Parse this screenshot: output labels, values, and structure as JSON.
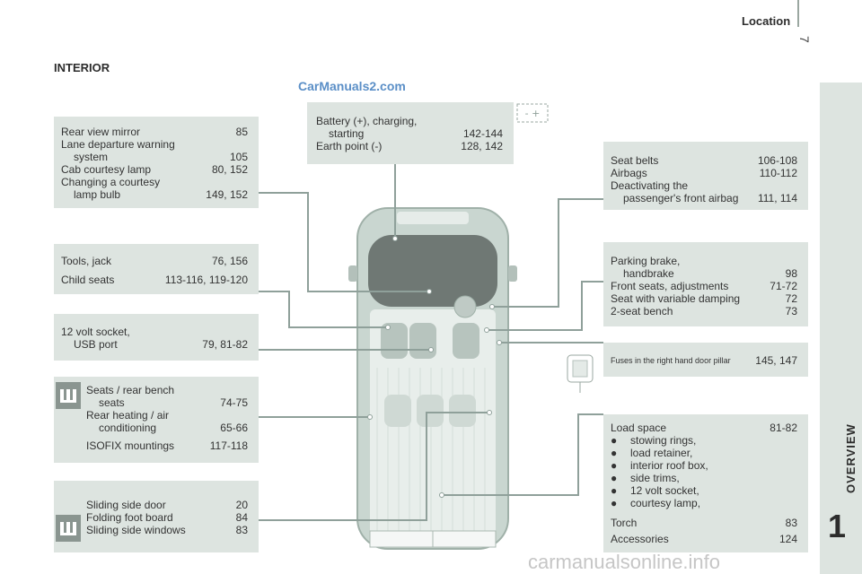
{
  "header": {
    "title": "Location",
    "page": "7"
  },
  "sidebar": {
    "section": "OVERVIEW",
    "chapter": "1"
  },
  "section_title": "INTERIOR",
  "watermarks": {
    "top": "CarManuals2.com",
    "bottom": "carmanualsonline.info"
  },
  "battery_symbol": "- +",
  "panels": {
    "mirror": [
      {
        "label": "Rear view mirror",
        "value": "85"
      },
      {
        "label": "Lane departure warning",
        "value": ""
      },
      {
        "label": "system",
        "value": "105",
        "indent": true
      },
      {
        "label": "Cab courtesy lamp",
        "value": "80, 152"
      },
      {
        "label": "Changing a courtesy",
        "value": ""
      },
      {
        "label": "lamp bulb",
        "value": "149, 152",
        "indent": true
      }
    ],
    "tools": [
      {
        "label": "Tools, jack",
        "value": "76, 156"
      },
      {
        "label": "Child seats",
        "value": "113-116, 119-120"
      }
    ],
    "socket": [
      {
        "label": "12 volt socket,",
        "value": ""
      },
      {
        "label": "USB port",
        "value": "79, 81-82",
        "indent": true
      }
    ],
    "seats": [
      {
        "label": "Seats / rear bench",
        "value": ""
      },
      {
        "label": "seats",
        "value": "74-75",
        "indent": true
      },
      {
        "label": "Rear heating / air",
        "value": ""
      },
      {
        "label": "conditioning",
        "value": "65-66",
        "indent": true
      },
      {
        "label": "ISOFIX mountings",
        "value": "117-118"
      }
    ],
    "door": [
      {
        "label": "Sliding side door",
        "value": "20"
      },
      {
        "label": "Folding foot board",
        "value": "84"
      },
      {
        "label": "Sliding side windows",
        "value": "83"
      }
    ],
    "battery": [
      {
        "label": "Battery (+), charging,",
        "value": ""
      },
      {
        "label": "starting",
        "value": "142-144",
        "indent": true
      },
      {
        "label": "Earth point (-)",
        "value": "128, 142"
      }
    ],
    "belts": [
      {
        "label": "Seat belts",
        "value": "106-108"
      },
      {
        "label": "Airbags",
        "value": "110-112"
      },
      {
        "label": "Deactivating the",
        "value": ""
      },
      {
        "label": "passenger's front airbag",
        "value": "111, 114",
        "indent": true
      }
    ],
    "parking": [
      {
        "label": "Parking brake,",
        "value": ""
      },
      {
        "label": "handbrake",
        "value": "98",
        "indent": true
      },
      {
        "label": "Front seats, adjustments",
        "value": "71-72"
      },
      {
        "label": "Seat with variable damping",
        "value": "72"
      },
      {
        "label": "2-seat bench",
        "value": "73"
      }
    ],
    "fuses": {
      "label": "Fuses in the right hand door pillar",
      "value": "145, 147"
    },
    "load": {
      "title": "Load space",
      "title_value": "81-82",
      "bullets": [
        "stowing rings,",
        "load retainer,",
        "interior roof box,",
        "side trims,",
        "12 volt socket,",
        "courtesy lamp,"
      ],
      "torch": "Torch",
      "torch_value": "83",
      "accessories": "Accessories",
      "accessories_value": "124"
    }
  },
  "colors": {
    "panel": "#dde4e0",
    "line": "#8fa09a",
    "icon": "#8a9590",
    "van": "#c9d6d0"
  },
  "icons": [
    "child-seat-icon",
    "child-seat-icon",
    "battery-icon",
    "fuse-box-icon"
  ]
}
